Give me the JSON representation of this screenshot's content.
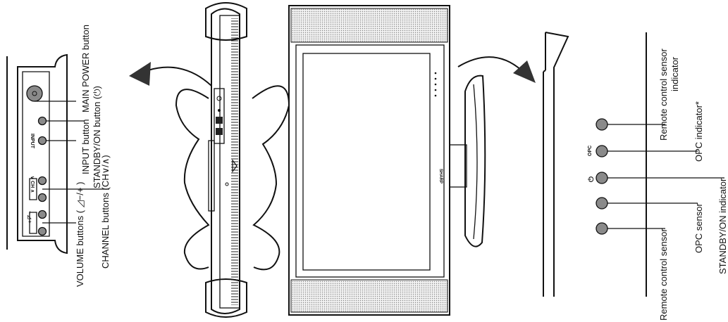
{
  "left_panel": {
    "main_power": "MAIN POWER button",
    "standby_on": "STANDBY/ON button (⏻)",
    "input": "INPUT button",
    "channel": "CHANNEL buttons (CH∨/∧)",
    "volume": "VOLUME buttons ( ◿−/+ )",
    "input_tag": "INPUT",
    "ch_tag": "∨ CH ∧",
    "vol_tag": "− ◿ +"
  },
  "right_panel": {
    "opc_tag": "OPC",
    "remote_indicator": "Remote control sensor indicator",
    "opc_indicator": "OPC indicator*",
    "standby_indicator": "STANDBY/ON indicator",
    "opc_sensor": "OPC sensor",
    "remote_sensor": "Remote control sensor"
  },
  "tv": {
    "brand": "SHARP"
  },
  "colors": {
    "line": "#111111",
    "button_fill": "#8a8a8a",
    "speaker": "#cccccc"
  }
}
